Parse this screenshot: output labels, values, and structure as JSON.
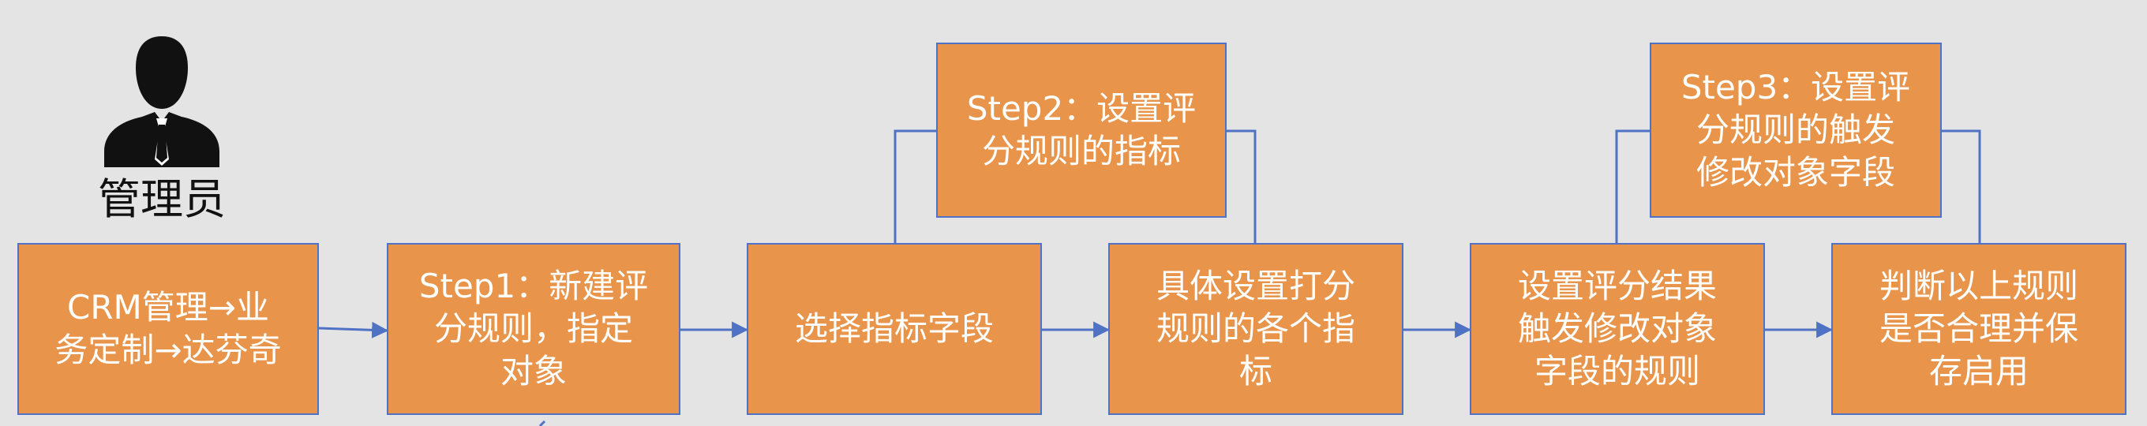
{
  "actor": {
    "icon": "person-silhouette-icon",
    "label": "管理员"
  },
  "steps": [
    {
      "id": "crm-path",
      "text": "CRM管理→业\n务定制→达芬奇"
    },
    {
      "id": "step1",
      "text": "Step1：新建评\n分规则，指定\n对象"
    },
    {
      "id": "select-field",
      "text": "选择指标字段"
    },
    {
      "id": "set-scoring",
      "text": "具体设置打分\n规则的各个指\n标"
    },
    {
      "id": "set-trigger",
      "text": "设置评分结果\n触发修改对象\n字段的规则"
    },
    {
      "id": "validate-save",
      "text": "判断以上规则\n是否合理并保\n存启用"
    }
  ],
  "callouts": [
    {
      "id": "step2",
      "text": "Step2：设置评\n分规则的指标"
    },
    {
      "id": "step3",
      "text": "Step3：设置评\n分规则的触发\n修改对象字段"
    }
  ],
  "colors": {
    "background": "#e4e4e4",
    "box_fill": "#e8944a",
    "box_border": "#4f72c4",
    "connector": "#4f72c4",
    "text": "#ffffff",
    "actor": "#111111"
  }
}
